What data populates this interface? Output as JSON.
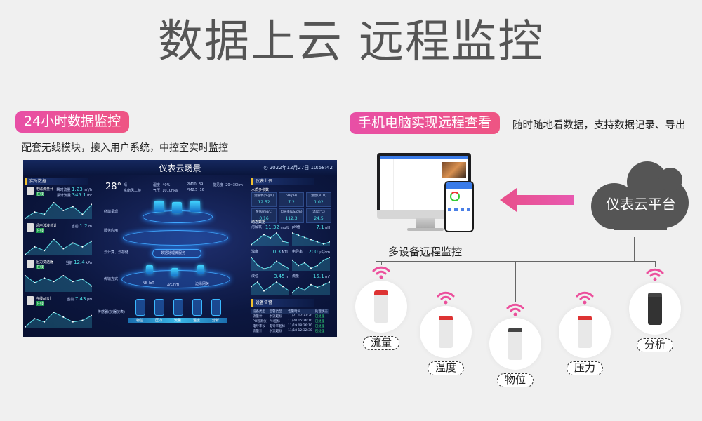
{
  "title": "数据上云 远程监控",
  "left_section": {
    "badge": "24小时数据监控",
    "subtitle": "配套无线模块，接入用户系统，中控室实时监控"
  },
  "right_section": {
    "badge": "手机电脑实现远程查看",
    "subtitle": "随时随地看数据，支持数据记录、导出",
    "multi_device": "多设备远程监控",
    "cloud": "仪表云平台"
  },
  "devices": [
    {
      "label": "流量"
    },
    {
      "label": "温度"
    },
    {
      "label": "物位"
    },
    {
      "label": "压力"
    },
    {
      "label": "分析"
    }
  ],
  "colors": {
    "accent": "#e84f9a",
    "cloud": "#555555",
    "dashboard_bg": "#0c1740",
    "value": "#4fe3e8"
  },
  "dashboard": {
    "title": "仪表云场景",
    "datetime": "2022年12月27日 10:58:42",
    "left_header": "实时数据",
    "meters": [
      {
        "name": "电磁流量计",
        "tag": "在线",
        "l1": "瞬时流量",
        "v1": "1.23",
        "u1": "m³/h",
        "l2": "累计流量",
        "v2": "345.1",
        "u2": "m³",
        "series": [
          20,
          28,
          25,
          40,
          30,
          35,
          25,
          38
        ]
      },
      {
        "name": "超声波液位计",
        "tag": "在线",
        "l1": "当前",
        "v1": "1.2",
        "u1": "m",
        "series": [
          10,
          18,
          14,
          26,
          16,
          22,
          18,
          24
        ]
      },
      {
        "name": "压力变送器",
        "tag": "在线",
        "l1": "当前",
        "v1": "12.4",
        "u1": "kPa",
        "series": [
          3,
          1.8,
          2.6,
          2,
          3,
          2,
          2.4,
          1.2
        ]
      },
      {
        "name": "在线pH计",
        "tag": "在线",
        "l1": "当前",
        "v1": "7.43",
        "u1": "pH",
        "series": [
          4,
          9,
          7,
          13,
          10,
          7,
          8,
          11
        ]
      }
    ],
    "weather": {
      "temp": "28°",
      "cond": "晴",
      "wind": "东南风二级",
      "humidity_l": "湿度",
      "humidity": "40%",
      "pressure_l": "气压",
      "pressure": "1010hPa",
      "pm10_l": "PM10",
      "pm10": "39",
      "pm25_l": "PM2.5",
      "pm25": "16",
      "vis_l": "能见度",
      "vis": "20~30km"
    },
    "layers": [
      "终端呈现",
      "服务应用",
      "云计算、云存储",
      "传输方式",
      "传感器(仪器仪表)"
    ],
    "cloud_service": "数据处理微服务",
    "transport": [
      "NB-IoT",
      "4G-DTU",
      "边缘网关"
    ],
    "sensors": [
      "物位",
      "压力",
      "流量",
      "温度",
      "分析"
    ],
    "right_header": "仪表上云",
    "water_title": "水质多参数",
    "water": [
      {
        "k": "溶解氧(mg/L)",
        "v": "12.52"
      },
      {
        "k": "pH(pH)",
        "v": "7.2"
      },
      {
        "k": "浊度(NTU)",
        "v": "1.02"
      },
      {
        "k": "余氯(mg/L)",
        "v": "0.16"
      },
      {
        "k": "电导率(μS/cm)",
        "v": "112.3"
      },
      {
        "k": "温度(℃)",
        "v": "24.5"
      }
    ],
    "dynamic_title": "动态数据",
    "dynamic": [
      {
        "k": "溶解氧",
        "v": "11.32",
        "u": "mg/L",
        "series": [
          2,
          5,
          8,
          6,
          9,
          4,
          3
        ]
      },
      {
        "k": "pH值",
        "v": "7.1",
        "u": "pH",
        "series": [
          9,
          8,
          7,
          6,
          5,
          4,
          5
        ]
      },
      {
        "k": "浊度",
        "v": "0.3",
        "u": "NTU",
        "series": [
          8,
          4,
          2,
          3,
          6,
          4,
          2
        ]
      },
      {
        "k": "电导率",
        "v": "200",
        "u": "μS/cm",
        "series": [
          8,
          6,
          7,
          5,
          6,
          8,
          9
        ]
      },
      {
        "k": "液位",
        "v": "3.45",
        "u": "m",
        "series": [
          6,
          7,
          5,
          6,
          7,
          6,
          5
        ]
      },
      {
        "k": "流量",
        "v": "15.1",
        "u": "m³",
        "series": [
          3,
          5,
          4,
          6,
          5,
          6,
          7
        ]
      }
    ],
    "alarm_title": "设备告警",
    "alarm_cols": [
      "设备类型",
      "告警类型",
      "告警时间",
      "处理状态"
    ],
    "alarms": [
      [
        "流量计",
        "水流超标",
        "11/21 12:32:30",
        "已处理"
      ],
      [
        "PH检测仪",
        "PH超标",
        "11/20 15:26:10",
        "已处理"
      ],
      [
        "电导率仪",
        "电导率超标",
        "11/19 08:26:10",
        "已处理"
      ],
      [
        "流量计",
        "水流超标",
        "11/18 12:32:30",
        "已处理"
      ]
    ]
  }
}
